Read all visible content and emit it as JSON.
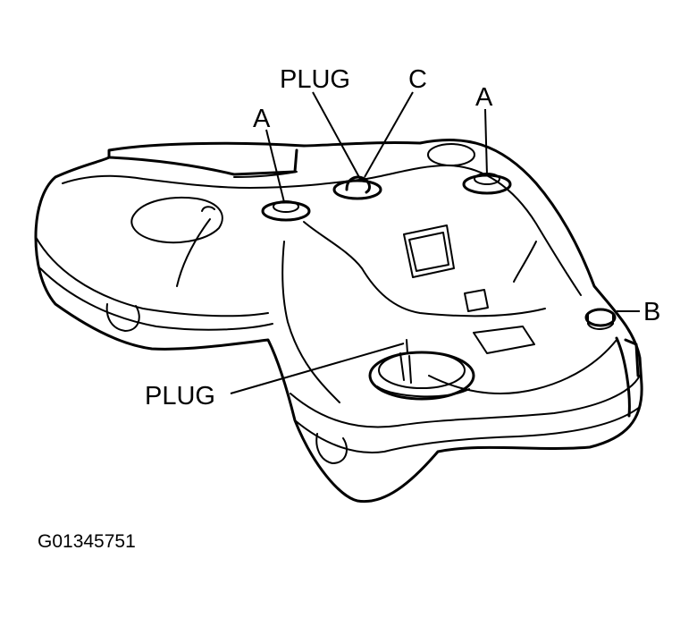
{
  "labels": {
    "plug_top": "PLUG",
    "c": "C",
    "a_left": "A",
    "a_right": "A",
    "b": "B",
    "plug_bottom": "PLUG"
  },
  "figure_code": "G01345751"
}
